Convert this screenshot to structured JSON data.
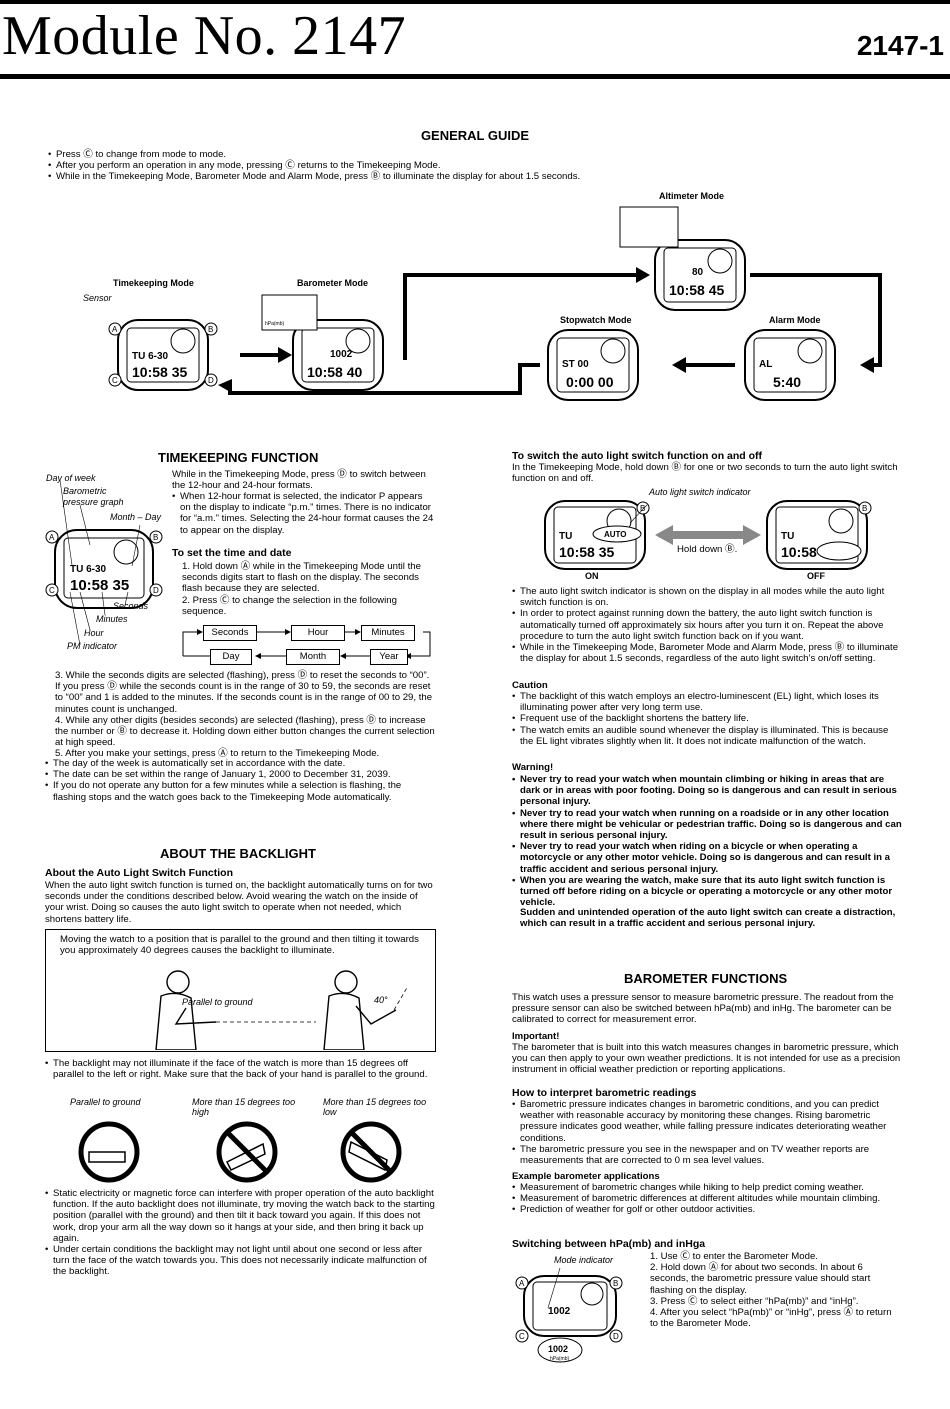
{
  "header": {
    "title": "Module No. 2147",
    "doc_number": "2147-1"
  },
  "general_guide": {
    "heading": "GENERAL GUIDE",
    "bullets": [
      "Press Ⓒ to change from mode to mode.",
      "After you perform an operation in any mode, pressing Ⓒ returns to the Timekeeping Mode.",
      "While in the Timekeeping Mode, Barometer Mode and Alarm Mode, press Ⓑ to illuminate the display for about 1.5 seconds."
    ],
    "modes": {
      "timekeeping": "Timekeeping Mode",
      "barometer": "Barometer Mode",
      "altimeter": "Altimeter Mode",
      "stopwatch": "Stopwatch Mode",
      "alarm": "Alarm Mode"
    },
    "sensor_label": "Sensor",
    "displays": {
      "tk_top": "TU 6-30",
      "tk_main": "10:58 35",
      "baro_top": "1002",
      "baro_main": "10:58 40",
      "alt_top": "80",
      "alt_main": "10:58 45",
      "sw_top": "ST 00",
      "sw_main": "0:00 00",
      "al_top": "AL",
      "al_main": "5:40",
      "hpa": "hPa(mb)"
    },
    "buttons": {
      "a": "A",
      "b": "B",
      "c": "C",
      "d": "D"
    }
  },
  "timekeeping": {
    "heading": "TIMEKEEPING FUNCTION",
    "diagram_labels": {
      "day_of_week": "Day of week",
      "barometric": "Barometric pressure graph",
      "month_day": "Month – Day",
      "seconds": "Seconds",
      "minutes": "Minutes",
      "hour": "Hour",
      "pm": "PM indicator"
    },
    "intro": "While in the Timekeeping Mode, press Ⓓ to switch between the 12-hour and 24-hour formats.",
    "intro_bullet": "When 12-hour format is selected, the indicator P appears on the display to indicate “p.m.” times. There is no indicator for “a.m.” times. Selecting the 24-hour format causes the 24 to appear on the display.",
    "set_heading": "To set the time and date",
    "steps_a": [
      "1. Hold down Ⓐ while in the Timekeeping Mode until the seconds digits start to flash on the display. The seconds flash because they are selected.",
      "2. Press Ⓒ to change the selection in the following sequence."
    ],
    "sequence_top": [
      "Seconds",
      "Hour",
      "Minutes"
    ],
    "sequence_bottom": [
      "Day",
      "Month",
      "Year"
    ],
    "steps_b": [
      "3. While the seconds digits are selected (flashing), press Ⓓ to reset the seconds to “00”. If you press Ⓓ while the seconds count is in the range of 30 to 59, the seconds are reset to “00” and 1 is added to the minutes. If the seconds count is in the range of 00 to 29, the minutes count is unchanged.",
      "4. While any other digits (besides seconds) are selected (flashing), press Ⓓ to increase the number or Ⓑ to decrease it. Holding down either button changes the current selection at high speed.",
      "5. After you make your settings, press Ⓐ to return to the Timekeeping Mode."
    ],
    "bullets": [
      "The day of the week is automatically set in accordance with the date.",
      "The date can be set within the range of January 1, 2000 to December 31, 2039.",
      "If you do not operate any button for a few minutes while a selection is flashing, the flashing stops and the watch goes back to the Timekeeping Mode automatically."
    ]
  },
  "backlight": {
    "heading": "ABOUT THE BACKLIGHT",
    "sub": "About the Auto Light Switch Function",
    "intro": "When the auto light switch function is turned on, the backlight automatically turns on for two seconds under the conditions described below. Avoid wearing the watch on the inside of your wrist. Doing so causes the auto light switch to operate when not needed, which shortens battery life.",
    "box_text": "Moving the watch to a position that is parallel to the ground and then tilting it towards you approximately 40 degrees causes the backlight to illuminate.",
    "parallel": "Parallel to ground",
    "angle": "40°",
    "bullet1": "The backlight may not illuminate if the face of the watch is more than 15 degrees off parallel to the left or right. Make sure that the back of your hand is parallel to the ground.",
    "icon_labels": [
      "Parallel to ground",
      "More than 15 degrees too high",
      "More than 15 degrees too low"
    ],
    "bullets2": [
      "Static electricity or magnetic force can interfere with proper operation of the auto backlight function. If the auto backlight does not illuminate, try moving the watch back to the starting position (parallel with the ground) and then tilt it back toward you again. If this does not work, drop your arm all the way down so it hangs at your side, and then bring it back up again.",
      "Under certain conditions the backlight may not light until about one second or less after turn the face of the watch towards you. This does not necessarily indicate malfunction of the backlight."
    ]
  },
  "auto_switch": {
    "heading": "To switch the auto light switch function on and off",
    "intro": "In the Timekeeping Mode, hold down Ⓑ for one or two seconds to turn the auto light switch function on and off.",
    "indicator_label": "Auto light switch indicator",
    "auto_text": "AUTO",
    "hold": "Hold down Ⓑ.",
    "on": "ON",
    "off": "OFF",
    "bullets": [
      "The auto light switch indicator is shown on the display in all modes while the auto light switch function is on.",
      "In order to protect against running down the battery, the auto light switch function is automatically turned off approximately six hours after you turn it on. Repeat the above procedure to turn the auto light switch function back on if you want.",
      "While in the Timekeeping Mode, Barometer Mode and Alarm Mode, press Ⓑ to illuminate the display for about 1.5 seconds, regardless of the auto light switch’s on/off setting."
    ],
    "caution_heading": "Caution",
    "caution": [
      "The backlight of this watch employs an electro-luminescent (EL) light, which loses its illuminating power after very long term use.",
      "Frequent use of the backlight shortens the battery life.",
      "The watch emits an audible sound whenever the display is illuminated. This is because the EL light vibrates slightly when lit. It does not indicate malfunction of the watch."
    ],
    "warning_heading": "Warning!",
    "warning": [
      "Never try to read your watch when mountain climbing or hiking in areas that are dark or in areas with poor footing. Doing so is dangerous and can result in serious personal injury.",
      "Never try to read your watch when running on a roadside or in any other location where there might be vehicular or pedestrian traffic. Doing so is dangerous and can result in serious personal injury.",
      "Never try to read your watch when riding on a bicycle or when operating a motorcycle or any other motor vehicle. Doing so is dangerous and can result in a traffic accident and serious personal injury.",
      "When you are wearing the watch, make sure that its auto light switch function is turned off before riding on a bicycle or operating a motorcycle or any other motor vehicle."
    ],
    "warning_tail": "Sudden and unintended operation of the auto light switch can create a distraction, which can result in a traffic accident and serious personal injury."
  },
  "barometer": {
    "heading": "BAROMETER FUNCTIONS",
    "intro": "This watch uses a pressure sensor to measure barometric pressure. The readout from the pressure sensor can also be switched between hPa(mb) and inHg. The barometer can be calibrated to correct for measurement error.",
    "important_heading": "Important!",
    "important": "The barometer that is built into this watch measures changes in barometric pressure, which you can then apply to your own weather predictions. It is not intended for use as a precision instrument in official weather prediction or reporting applications.",
    "interpret_heading": "How to interpret barometric readings",
    "interpret": [
      "Barometric pressure indicates changes in barometric conditions, and you can predict weather with reasonable accuracy by monitoring these changes. Rising barometric pressure indicates good weather, while falling pressure indicates deteriorating weather conditions.",
      "The barometric pressure you see in the newspaper and on TV weather reports are measurements that are corrected to 0 m sea level values."
    ],
    "examples_heading": "Example barometer applications",
    "examples": [
      "Measurement of barometric changes while hiking to help predict coming weather.",
      "Measurement of barometric differences at different altitudes while mountain climbing.",
      "Prediction of weather for golf or other outdoor activities."
    ],
    "switch_heading": "Switching between hPa(mb) and inHga",
    "mode_indicator": "Mode indicator",
    "switch_display": "1002",
    "switch_steps": [
      "1. Use Ⓒ to enter the Barometer Mode.",
      "2. Hold down Ⓐ for about two seconds. In about 6 seconds, the barometric pressure value should start flashing on the display.",
      "3. Press Ⓒ to select either “hPa(mb)” and “inHg”.",
      "4. After you select “hPa(mb)” or “inHg”, press Ⓐ to return to the Barometer Mode."
    ]
  }
}
